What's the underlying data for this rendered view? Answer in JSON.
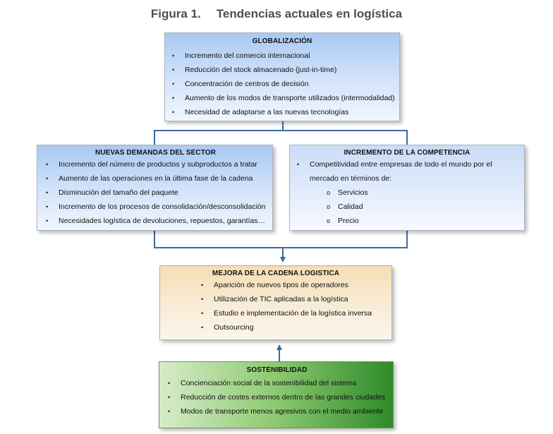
{
  "figure": {
    "label": "Figura 1.",
    "title": "Tendencias actuales en logística"
  },
  "globalizacion": {
    "heading": "GLOBALIZACIÓN",
    "items": [
      "Incremento del comercio internacional",
      "Reducción del stock almacenado (just-in-time)",
      "Concentración de centros de decisión",
      "Aumento de los modos de transporte utilizados (intermodalidad)",
      "Necesidad de adaptarse a las nuevas tecnologías"
    ]
  },
  "nuevas_demandas": {
    "heading": "NUEVAS DEMANDAS DEL SECTOR",
    "items": [
      "Incremento del número de productos y subproductos a tratar",
      "Aumento de las operaciones en la última fase de la cadena",
      "Disminución del tamaño del paquete",
      "Incremento de los procesos de consolidación/desconsolidación",
      "Necesidades logística de devoluciones, repuestos, garantías…"
    ]
  },
  "competencia": {
    "heading": "INCREMENTO DE LA COMPETENCIA",
    "item": "Competitividad entre empresas de todo el mundo por el mercado en términos de:",
    "subitems": [
      "Servicios",
      "Calidad",
      "Precio"
    ]
  },
  "mejora": {
    "heading": "MEJORA DE LA CADENA LOGISTICA",
    "items": [
      "Aparición de nuevos tipos de operadores",
      "Utilización de TIC aplicadas a la logística",
      "Estudio e implementación de la logística inversa",
      "Outsourcing"
    ]
  },
  "sostenibilidad": {
    "heading": "SOSTENIBILIDAD",
    "items": [
      "Concienciación social de la sostenibilidad del sistema",
      "Reducción de costes externos dentro de las grandes ciudades",
      "Modos de transporte menos agresivos con el medio ambiente"
    ]
  },
  "colors": {
    "connector": "#3b6a9c"
  }
}
